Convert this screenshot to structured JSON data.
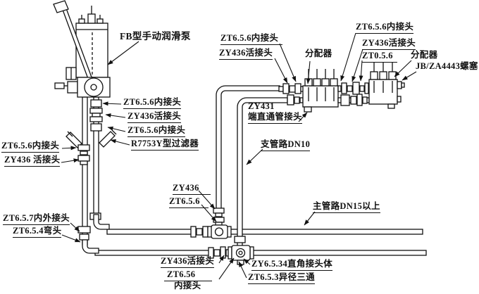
{
  "colors": {
    "line": "#111111",
    "background": "#ffffff"
  },
  "labels": {
    "pump_title": "FB型手动润滑泵",
    "pump_conn_inner_1": "ZT6.5.6内接头",
    "pump_conn_union": "ZY436活接头",
    "pump_conn_inner_2": "ZT6.5.6内接头",
    "pump_filter": "R7753Y型过滤器",
    "left_conn_inner": "ZT6.5.6内接头",
    "left_conn_union": "ZY436 活接头",
    "left_conn_inout": "ZT6.5.7内外接头",
    "left_elbow": "ZT6.5.4弯头",
    "riser_union": "ZY436",
    "riser_inner": "ZT6.5.6",
    "zy431_line1": "ZY431",
    "zy431_line2": "端直通管接头",
    "branch_pipe": "支管路DN10",
    "main_pipe": "主管路DN15以上",
    "dist1_conn_inner": "ZT6.5.6内接头",
    "dist1_conn_union": "ZY436活接头",
    "dist1": "分配器",
    "dist2_conn_inner": "ZT6.5.6内接头",
    "dist2_conn_union": "ZY436活接头",
    "dist2_conn_zt056": "ZT0.5.6",
    "dist2": "分配器",
    "plug": "JB/ZA4443螺塞",
    "bottom_union": "ZY436活接头",
    "bottom_inner_line1": "ZT6.56",
    "bottom_inner_line2": "内接头",
    "elbow_body": "ZY6.5.34直角接头体",
    "reducing_tee": "ZT6.5.3异径三通"
  }
}
